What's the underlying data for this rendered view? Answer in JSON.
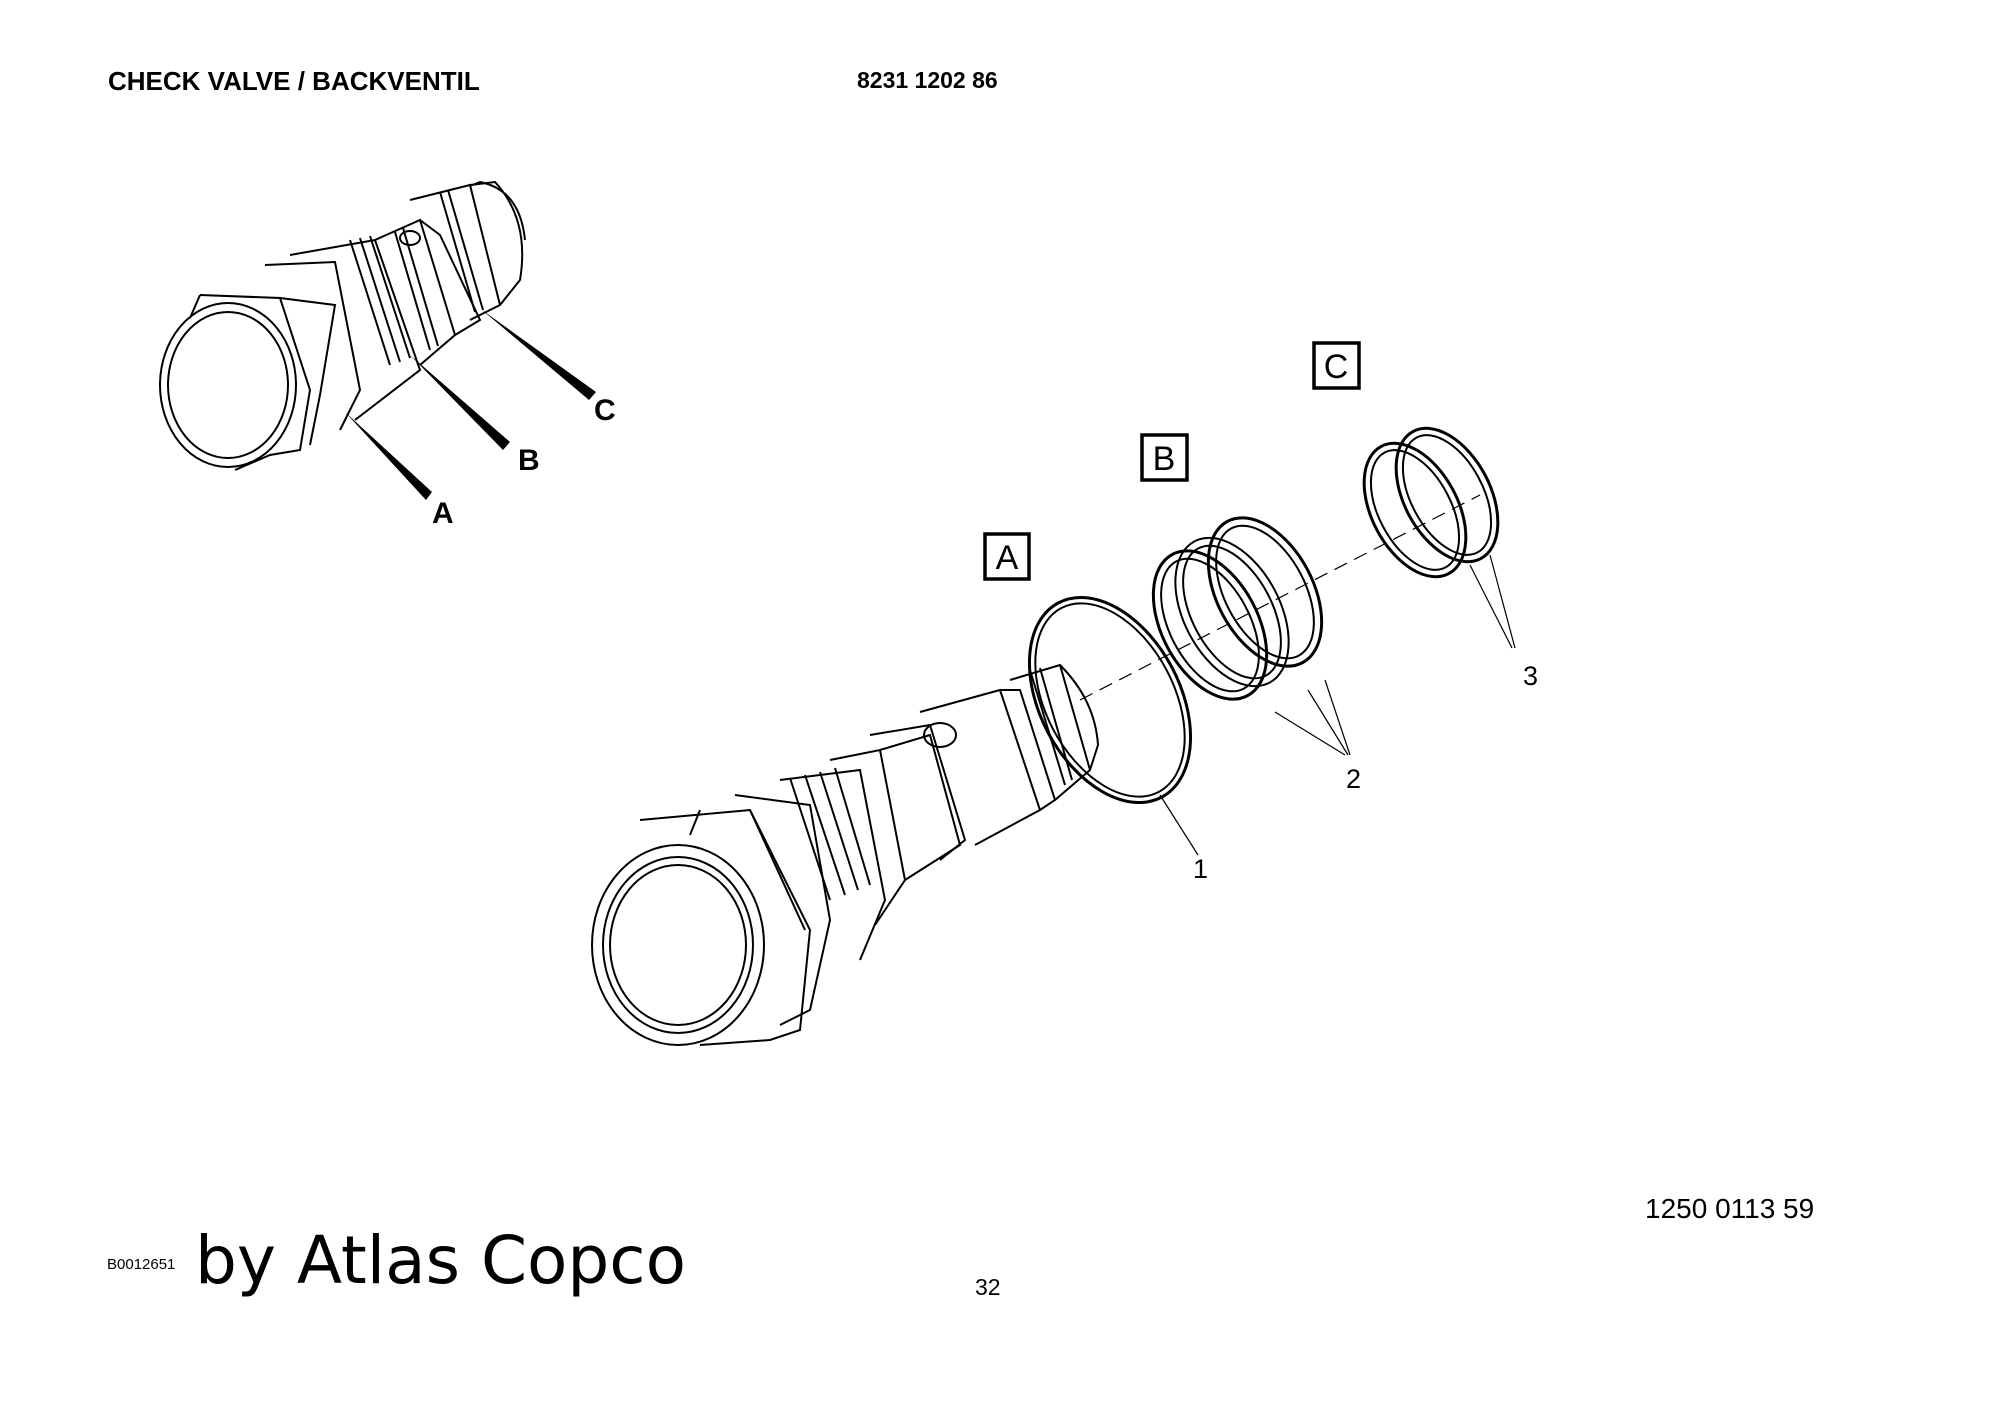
{
  "header": {
    "title": "CHECK VALVE / BACKVENTIL",
    "part_number": "8231 1202 86"
  },
  "overview_callouts": [
    "A",
    "B",
    "C"
  ],
  "exploded_view": {
    "boxed_labels": [
      "A",
      "B",
      "C"
    ],
    "item_numbers": [
      "1",
      "2",
      "3"
    ]
  },
  "footer": {
    "document_number": "1250 0113 59",
    "image_id": "B0012651",
    "brand": "by Atlas Copco",
    "page_number": "32"
  }
}
